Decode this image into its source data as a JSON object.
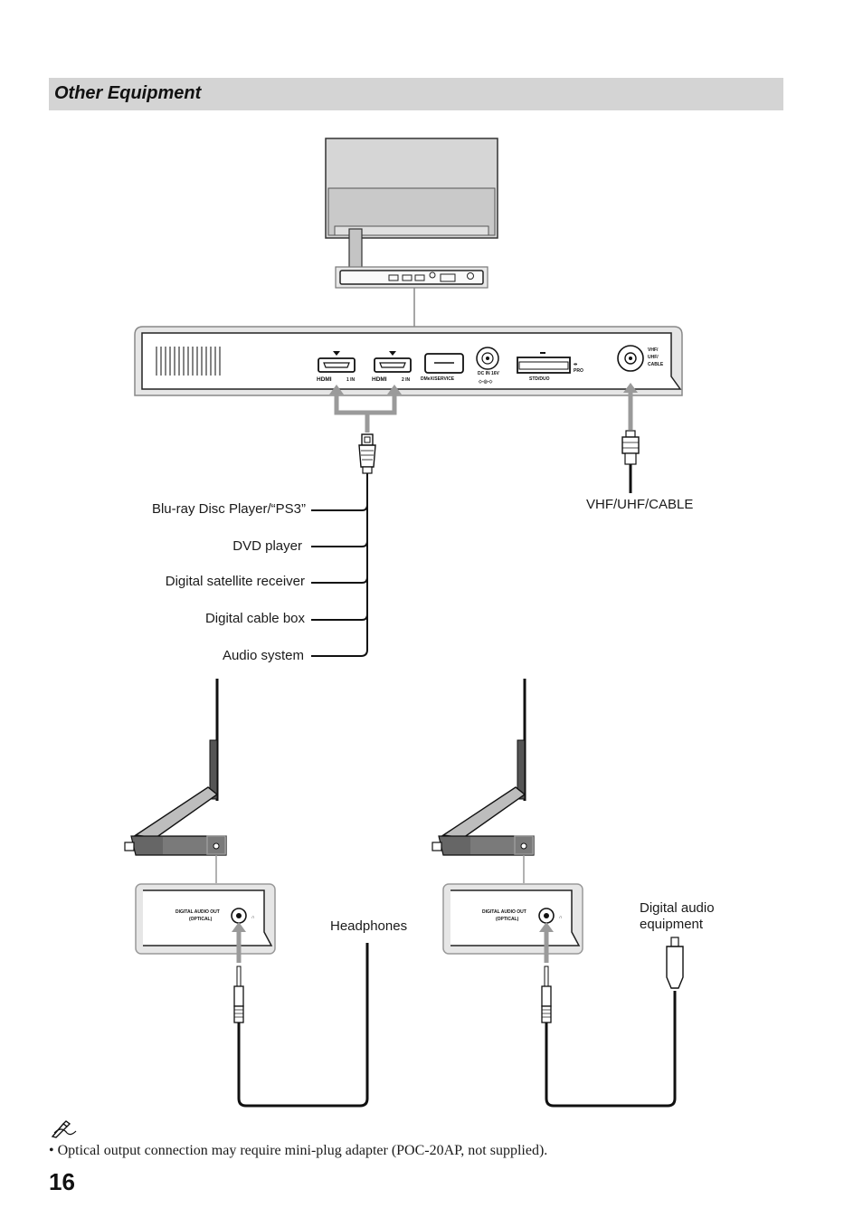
{
  "section": {
    "title": "Other Equipment"
  },
  "ports": {
    "hdmi_logo": "HDMI",
    "hdmi1": "1 IN",
    "hdmi2": "2 IN",
    "dmex": "DMeX/SERVICE",
    "dc_in": "DC IN 16V",
    "std_duo": "STD/DUO",
    "pro": "PRO",
    "vhf_line1": "VHF/",
    "vhf_line2": "UHF/",
    "vhf_line3": "CABLE",
    "digital_audio_out_line1": "DIGITAL AUDIO OUT",
    "digital_audio_out_line2": "(OPTICAL)"
  },
  "hdmi_devices": [
    "Blu-ray Disc Player/“PS3”",
    "DVD player",
    "Digital satellite receiver",
    "Digital cable box",
    "Audio system"
  ],
  "antenna_label": "VHF/UHF/CABLE",
  "headphones_label": "Headphones",
  "digital_audio_label": [
    "Digital audio",
    "equipment"
  ],
  "note": {
    "icon": "pencil-note-icon",
    "text": "• Optical output connection may require mini-plug adapter (POC-20AP, not supplied)."
  },
  "page_number": "16"
}
